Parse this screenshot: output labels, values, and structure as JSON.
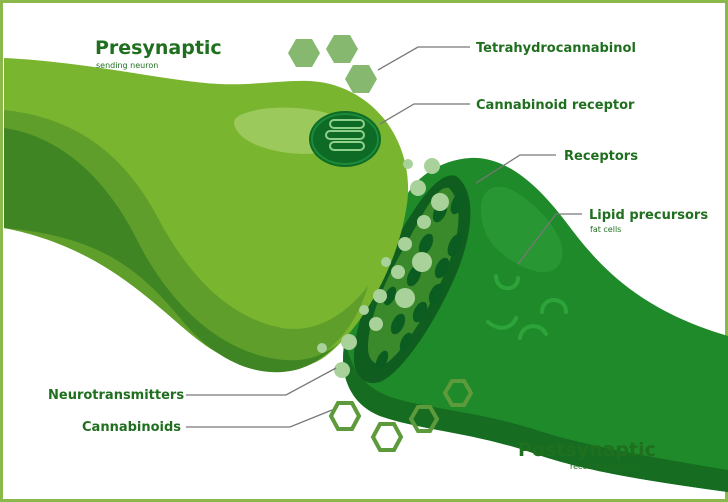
{
  "labels": {
    "presynaptic": "Presynaptic",
    "presynaptic_sub": "sending neuron",
    "postsynaptic": "Postsynaptic",
    "postsynaptic_sub": "receiving neuron",
    "thc": "Tetrahydrocannabinol",
    "cannabinoid_receptor": "Cannabinoid receptor",
    "receptors": "Receptors",
    "lipid_precursors": "Lipid precursors",
    "lipid_precursors_sub": "fat cells",
    "neurotransmitters": "Neurotransmitters",
    "cannabinoids": "Cannabinoids"
  },
  "colors": {
    "frame": "#8ab84a",
    "text": "#1f6f1f",
    "presynaptic_light": "#7ab52f",
    "presynaptic_mid": "#5f9e2a",
    "presynaptic_dark": "#3f8523",
    "postsynaptic": "#1f8a2a",
    "postsynaptic_dark": "#166c20",
    "receptor_dark": "#0d6b26",
    "thc_hex": "#86b870",
    "vesicle": "#a9d29a"
  }
}
